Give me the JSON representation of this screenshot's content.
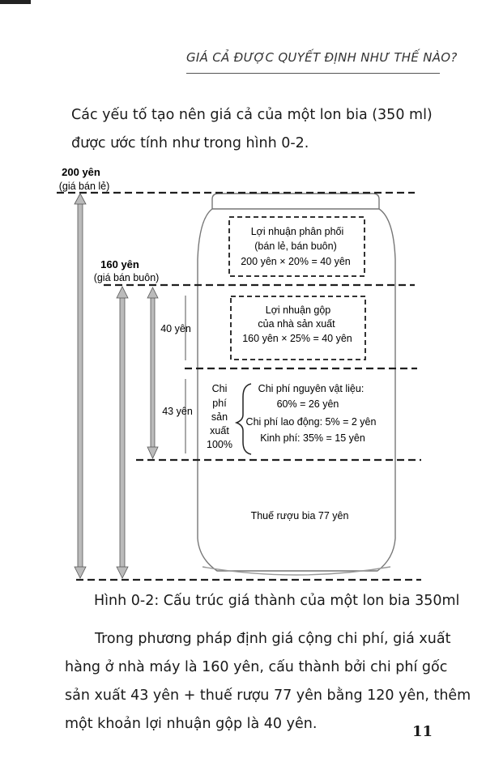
{
  "page": {
    "running_head": "GIÁ CẢ ĐƯỢC QUYẾT ĐỊNH NHƯ THẾ NÀO?",
    "intro_lines": [
      "Các yếu tố tạo nên giá cả của một lon bia (350 ml)",
      "được ước tính như trong hình 0-2."
    ],
    "caption": "Hình 0-2: Cấu trúc giá thành của một lon bia 350ml",
    "body_lines": [
      "Trong phương pháp định giá cộng chi phí, giá xuất",
      "hàng ở nhà máy là 160 yên, cấu thành bởi chi phí gốc",
      "sản xuất 43 yên + thuế rượu 77 yên bằng 120 yên, thêm",
      "một khoản lợi nhuận gộp là 40 yên."
    ],
    "page_number": "11"
  },
  "figure": {
    "retail_price": "200 yên",
    "retail_label": "(giá bán lẻ)",
    "wholesale_price": "160 yên",
    "wholesale_label": "(giá bán buôn)",
    "left_value_40": "40 yên",
    "left_value_43": "43 yên",
    "dist_box_lines": [
      "Lợi nhuận phân phối",
      "(bán lẻ, bán buôn)",
      "200 yên × 20% = 40 yên"
    ],
    "gross_box_lines": [
      "Lợi nhuận gộp",
      "của nhà sản xuất",
      "160 yên × 25% = 40 yên"
    ],
    "prod_cost_lines": [
      "Chi",
      "phí",
      "sản",
      "xuất",
      "100%"
    ],
    "cost_items": [
      "Chi phí nguyên vật liệu:",
      "60% = 26 yên",
      "Chi phí lao động: 5% = 2 yên",
      "Kinh phí: 35% = 15 yên"
    ],
    "tax_label": "Thuế rượu bia 77 yên"
  }
}
